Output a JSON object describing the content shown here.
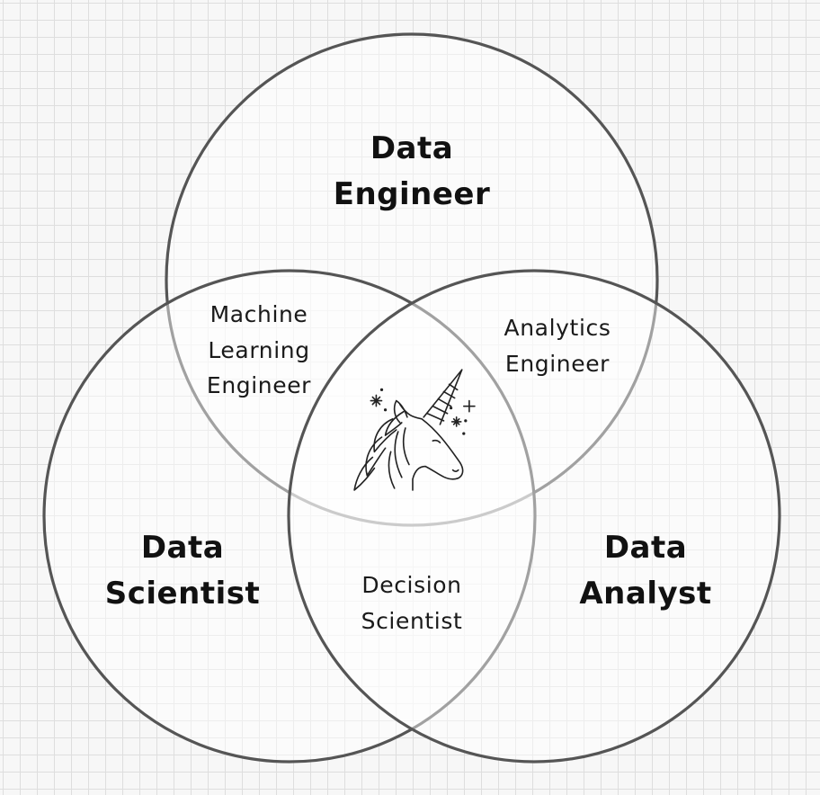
{
  "roles": {
    "data_engineer": [
      "Data",
      "Engineer"
    ],
    "data_scientist": [
      "Data",
      "Scientist"
    ],
    "data_analyst": [
      "Data",
      "Analyst"
    ]
  },
  "overlaps": {
    "machine_learning_engineer": [
      "Machine",
      "Learning",
      "Engineer"
    ],
    "analytics_engineer": [
      "Analytics",
      "Engineer"
    ],
    "decision_scientist": [
      "Decision",
      "Scientist"
    ]
  },
  "center": {
    "icon": "unicorn-icon"
  },
  "colors": {
    "circle_stroke": "#555555",
    "grid_line": "#dedede",
    "background": "#f7f7f7"
  }
}
